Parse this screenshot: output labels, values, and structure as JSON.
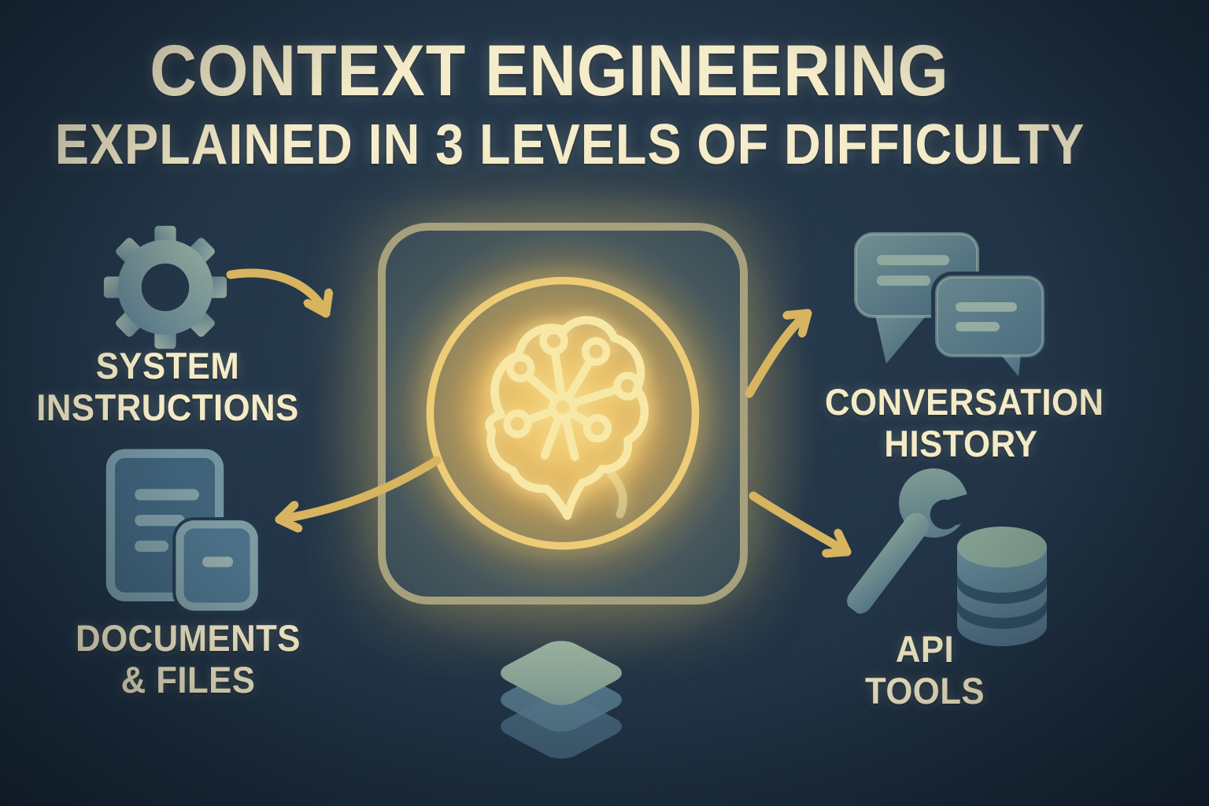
{
  "title": {
    "line1": "CONTEXT ENGINEERING",
    "line2": "EXPLAINED IN 3 LEVELS OF DIFFICULTY"
  },
  "items": {
    "system_instructions": {
      "line1": "SYSTEM",
      "line2": "INSTRUCTIONS",
      "icon": "gear-icon"
    },
    "conversation_history": {
      "line1": "CONVERSATION",
      "line2": "HISTORY",
      "icon": "chat-bubbles-icon"
    },
    "documents_files": {
      "line1": "DOCUMENTS",
      "line2": "& FILES",
      "icon": "documents-icon"
    },
    "api_tools": {
      "line1": "API",
      "line2": "TOOLS",
      "icon": "wrench-icon database-icon"
    }
  },
  "center": {
    "icon": "brain-network-icon"
  },
  "footer": {
    "icon": "layers-stack-icon"
  },
  "colors": {
    "background": "#1b2e41",
    "text_cream": "#f6edc8",
    "arrow_gold": "#d9b45c",
    "glow_gold": "#f2ce6f",
    "icon_slate": "#5d7e8b",
    "box_border": "#aca47c"
  }
}
